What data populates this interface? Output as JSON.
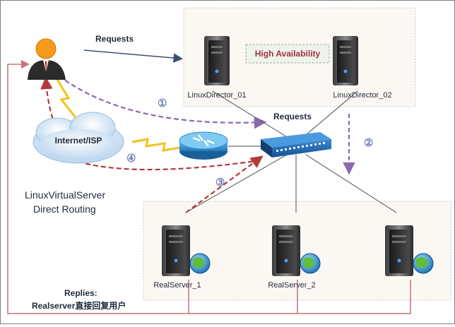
{
  "diagram": {
    "labels": {
      "requests_top": "Requests",
      "high_availability": "High Availability",
      "director_01": "LinuxDirector_01",
      "director_02": "LinuxDirector_02",
      "requests_switch": "Requests",
      "internet": "Internet/ISP",
      "lvs_line1": "LinuxVirtualServer",
      "lvs_line2": "Direct Routing",
      "realserver_1": "RealServer_1",
      "realserver_2": "RealServer_2",
      "replies_line1": "Replies:",
      "replies_line2": "Realserver直接回复用户"
    },
    "steps": [
      "①",
      "②",
      "③",
      "④"
    ],
    "colors": {
      "panel_border": "#c8c8c8",
      "panel_fill": "#fbf8f3",
      "dash_purple": "#8a6aad",
      "dash_red": "#b23a3a",
      "reply_line": "#c9707c",
      "zigzag": "#f3c21a",
      "switch_blue": "#1d6fb7",
      "router_blue": "#2e8fcf"
    }
  }
}
